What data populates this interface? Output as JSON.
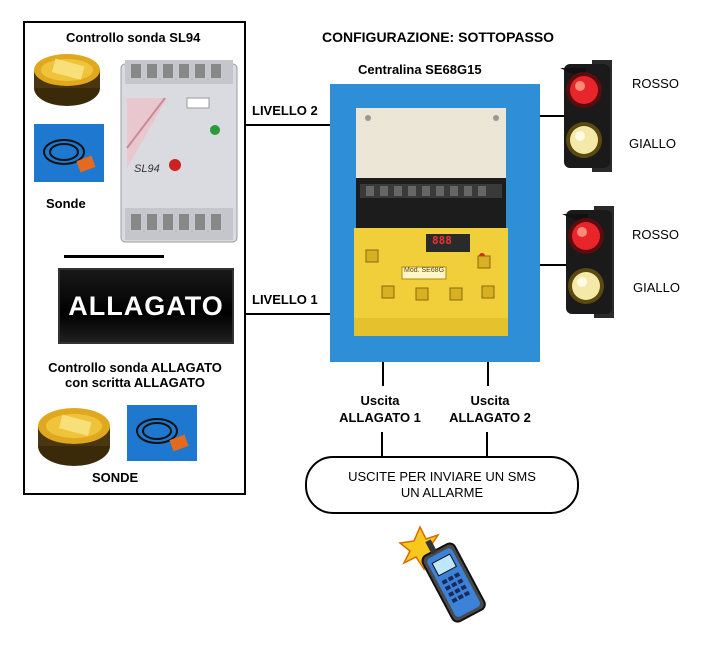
{
  "title": "CONFIGURAZIONE: SOTTOPASSO",
  "central_unit": {
    "label": "Centralina SE68G15",
    "display_text": "888",
    "model_label": "Mod. SE68G"
  },
  "left_panel": {
    "sl94_title": "Controllo sonda SL94",
    "sl94_device_label": "SL94",
    "sonde_label": "Sonde",
    "sign_text": "ALLAGATO",
    "allagato_title_line1": "Controllo sonda ALLAGATO",
    "allagato_title_line2": "con scritta ALLAGATO",
    "sonde_upper_label": "SONDE"
  },
  "connections": {
    "livello2": "LIVELLO 2",
    "livello1": "LIVELLO 1",
    "uscita1_line1": "Uscita",
    "uscita1_line2": "ALLAGATO 1",
    "uscita2_line1": "Uscita",
    "uscita2_line2": "ALLAGATO 2"
  },
  "traffic_lights": [
    {
      "top_label": "ROSSO",
      "bottom_label": "GIALLO"
    },
    {
      "top_label": "ROSSO",
      "bottom_label": "GIALLO"
    }
  ],
  "sms_box": {
    "line1": "USCITE PER INVIARE UN SMS",
    "line2": "UN ALLARME"
  },
  "colors": {
    "unit_background": "#2f8fd6",
    "unit_yellow": "#f1cf3a",
    "light_red": "#e8252b",
    "light_yellow": "#f5e9a8"
  }
}
